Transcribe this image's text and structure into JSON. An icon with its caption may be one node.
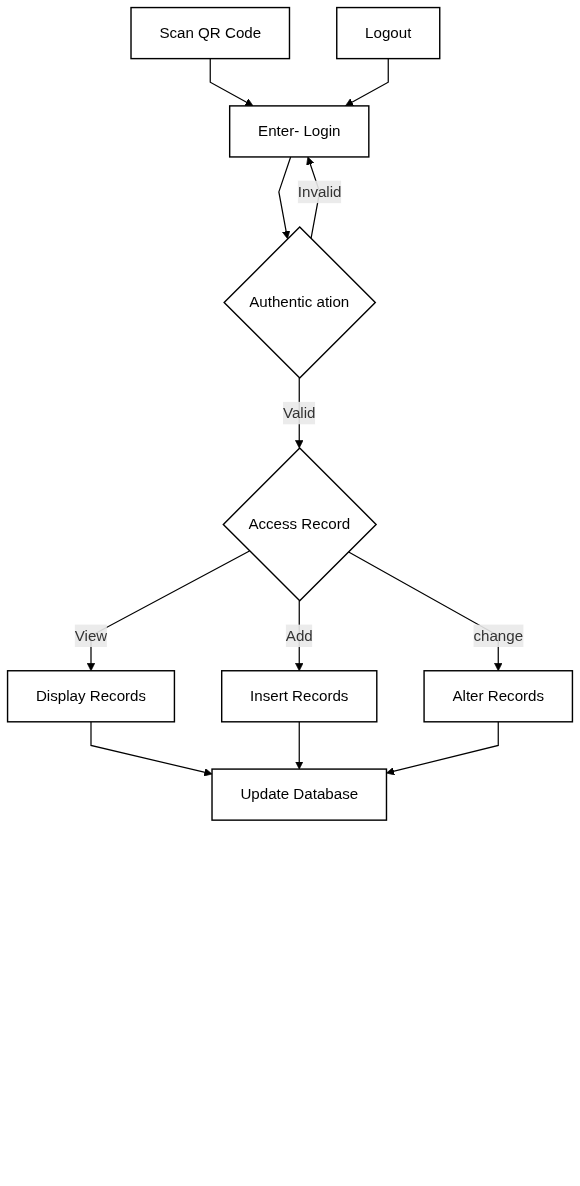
{
  "diagram": {
    "nodes": [
      {
        "text": [
          "Scan QR Code"
        ]
      },
      {
        "text": [
          "Enter- Login"
        ]
      },
      {
        "text": [
          "Authentic ation"
        ]
      },
      {
        "text": [
          "Access Record"
        ]
      },
      {
        "text": [
          "Display Records"
        ]
      },
      {
        "text": [
          "Insert Records"
        ]
      },
      {
        "text": [
          "Alter Records"
        ]
      },
      {
        "text": [
          "Update Database"
        ]
      },
      {
        "text": [
          "Logout"
        ]
      }
    ],
    "edges": [
      {
        "from": 0,
        "to": 1,
        "arrow": "to"
      },
      {
        "from": 1,
        "to": 2,
        "arrow": "to"
      },
      {
        "from": 2,
        "to": 1,
        "arrow": "to",
        "label": "Invalid"
      },
      {
        "from": 2,
        "to": 3,
        "arrow": "to",
        "label": "Valid"
      },
      {
        "from": 3,
        "to": 4,
        "arrow": "to",
        "label": "View"
      },
      {
        "from": 3,
        "to": 5,
        "arrow": "to",
        "label": "Add"
      },
      {
        "from": 3,
        "to": 6,
        "arrow": "to",
        "label": "change"
      },
      {
        "from": 4,
        "to": 7,
        "arrow": "to"
      },
      {
        "from": 5,
        "to": 7,
        "arrow": "to"
      },
      {
        "from": 6,
        "to": 7,
        "arrow": "to"
      },
      {
        "from": 8,
        "to": 1,
        "arrow": "to"
      }
    ]
  }
}
